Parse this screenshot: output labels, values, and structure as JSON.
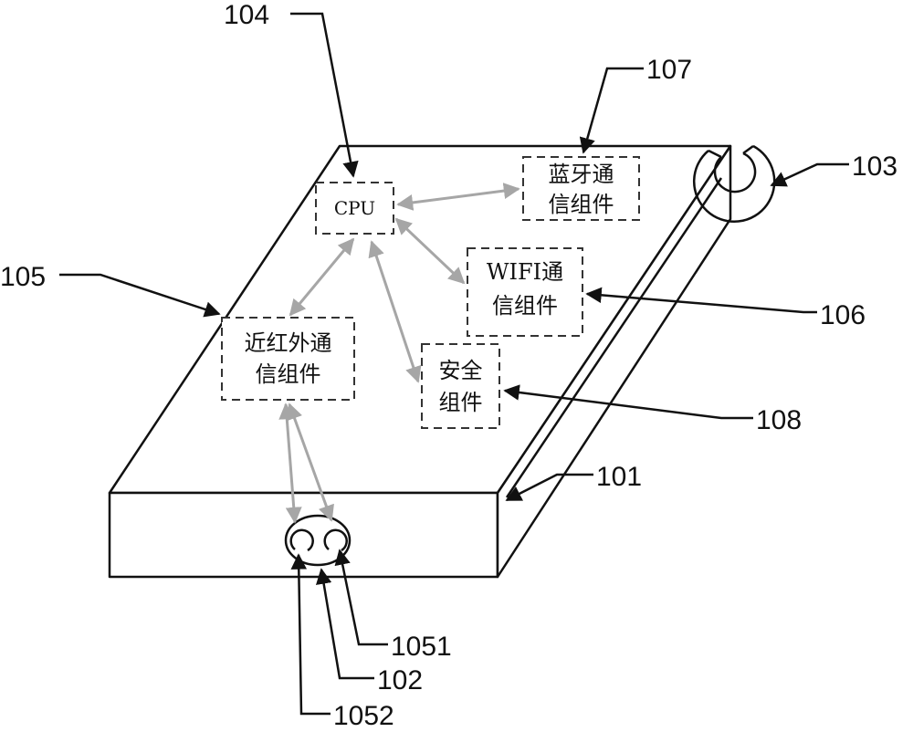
{
  "components": {
    "cpu": "CPU",
    "bluetooth": [
      "蓝牙通",
      "信组件"
    ],
    "wifi": [
      "WIFI通",
      "信组件"
    ],
    "infrared": [
      "近红外通",
      "信组件"
    ],
    "security": [
      "安全",
      "组件"
    ]
  },
  "labels": {
    "housing": "101",
    "port": "102",
    "ring": "103",
    "cpu": "104",
    "infrared": "105",
    "wifi": "106",
    "bluetooth": "107",
    "security": "108",
    "led_1": "1051",
    "led_2": "1052"
  },
  "colors": {
    "line": "#111111",
    "link_arrow": "#a6a6a6",
    "background": "#ffffff"
  }
}
